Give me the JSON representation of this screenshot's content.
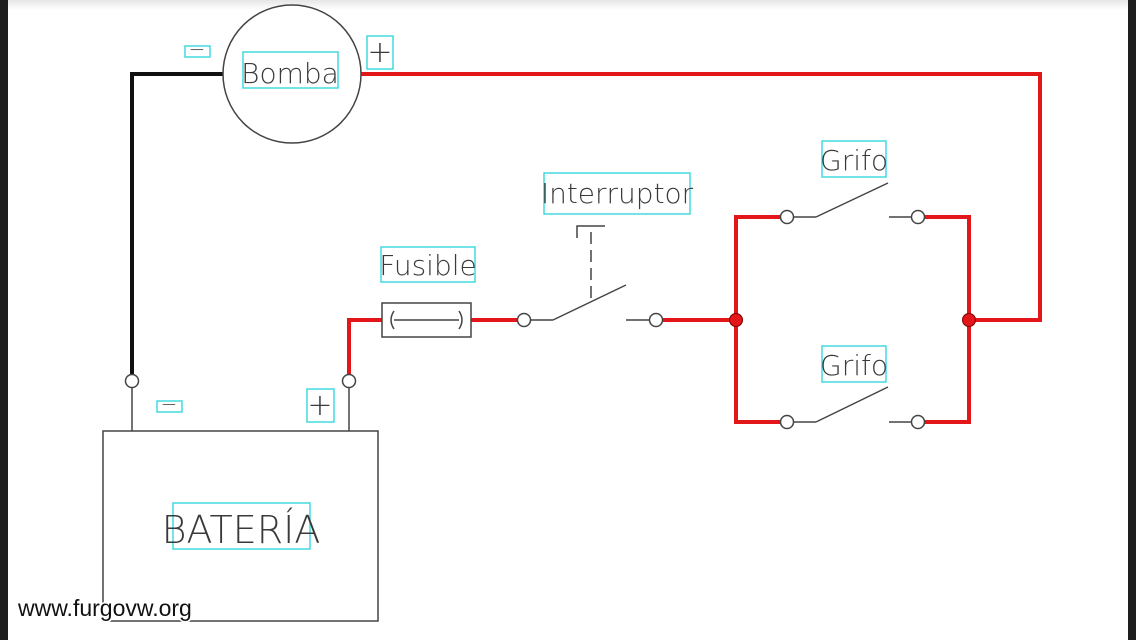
{
  "labels": {
    "pump": "Bomba",
    "battery": "BATERÍA",
    "fuse": "Fusible",
    "switch": "Interruptor",
    "tap_upper": "Grifo",
    "tap_lower": "Grifo",
    "pump_negative": "−",
    "pump_positive": "+",
    "battery_negative": "−",
    "battery_positive": "+"
  },
  "watermark": "www.furgovw.org",
  "colors": {
    "positive_wire": "#e3161a",
    "negative_wire": "#111111",
    "component_line": "#444444",
    "label_box": "#35d7dd"
  }
}
